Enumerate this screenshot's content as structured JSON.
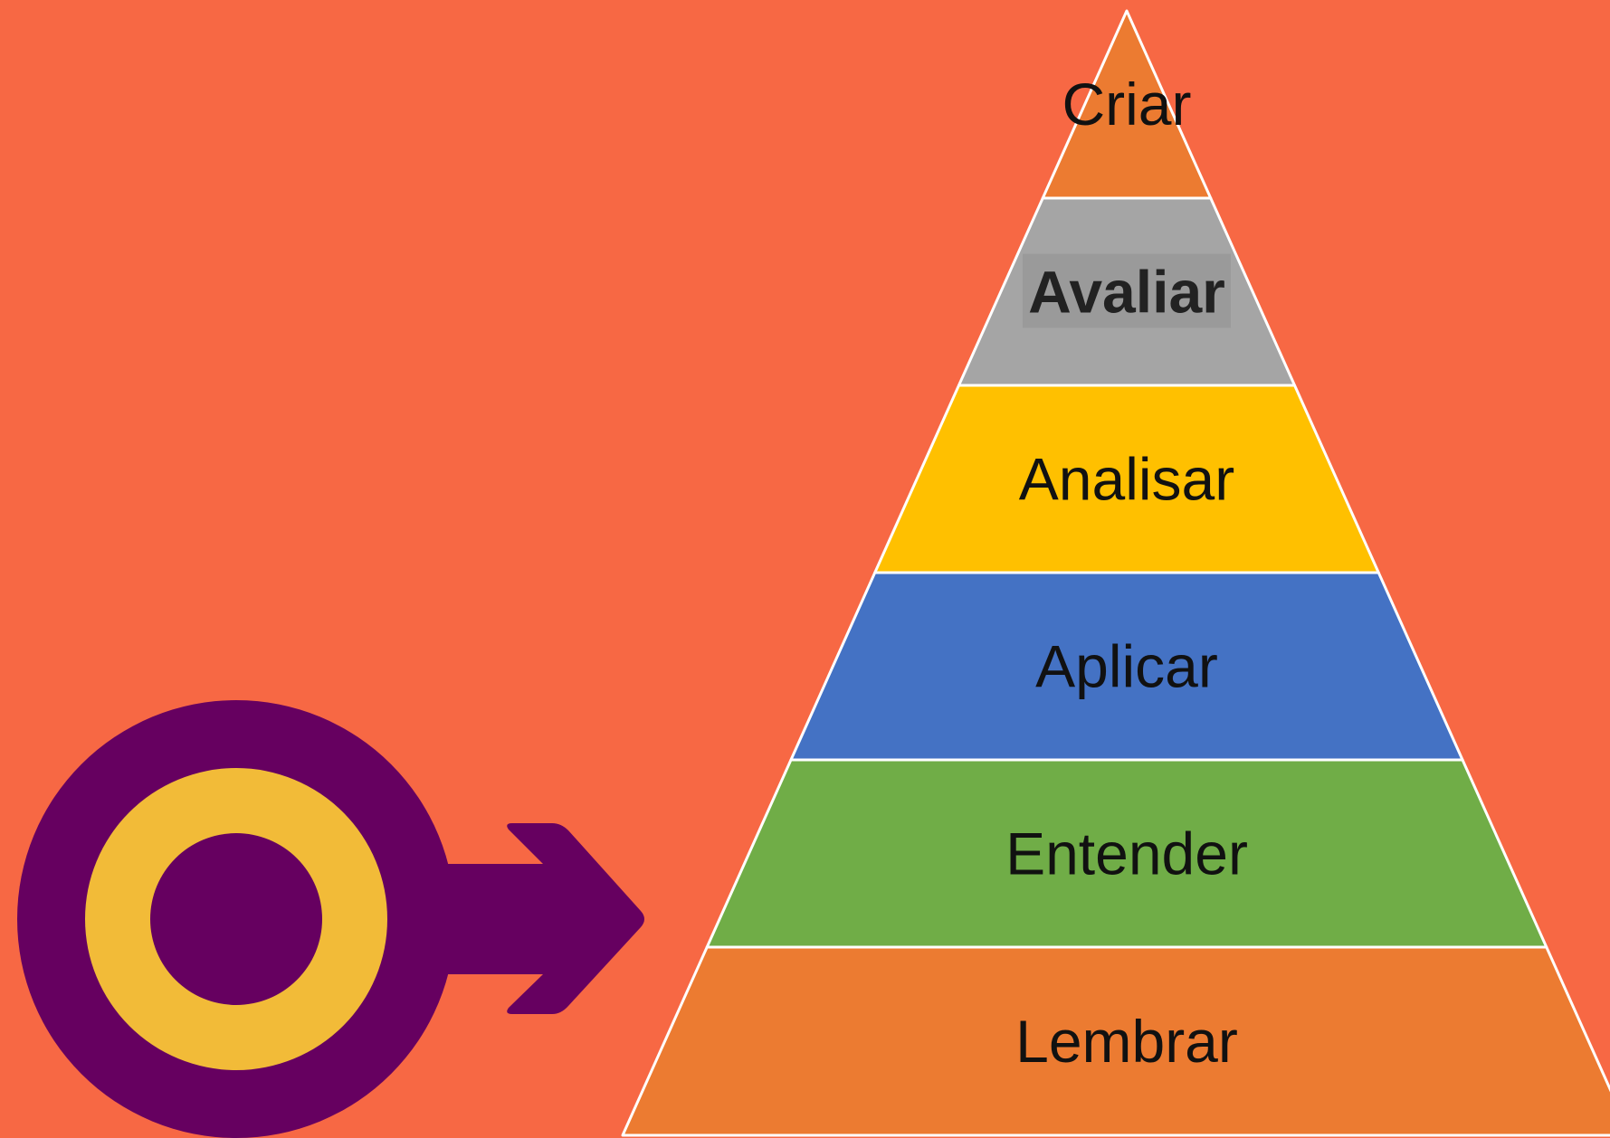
{
  "colors": {
    "background": "#F76844",
    "outline": "#FFFFFF",
    "logo_outer": "#660060",
    "logo_ring": "#F2BB38",
    "logo_arrow": "#660060",
    "label_highlight": "#9A9A9A"
  },
  "pyramid": {
    "levels": [
      {
        "label": "Criar",
        "color": "#EC7B31"
      },
      {
        "label": "Avaliar",
        "color": "#A5A5A5",
        "emphasis": "bold"
      },
      {
        "label": "Analisar",
        "color": "#FFC000"
      },
      {
        "label": "Aplicar",
        "color": "#4472C4"
      },
      {
        "label": "Entender",
        "color": "#70AD47"
      },
      {
        "label": "Lembrar",
        "color": "#EC7B31"
      }
    ]
  },
  "logo": {
    "icon": "ring-with-arrow-icon"
  }
}
